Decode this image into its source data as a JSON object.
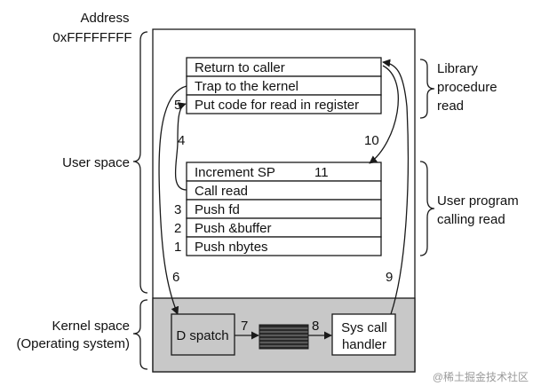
{
  "labels": {
    "address_line1": "Address",
    "address_line2": "0xFFFFFFFF",
    "user_space": "User space",
    "kernel_space_line1": "Kernel space",
    "kernel_space_line2": "(Operating system)",
    "library_line1": "Library",
    "library_line2": "procedure",
    "library_line3": "read",
    "user_program_line1": "User program",
    "user_program_line2": "calling read"
  },
  "library_stack": [
    "Return to caller",
    "Trap to the kernel",
    "Put code for read in register"
  ],
  "program_stack": [
    "Increment SP",
    "Call read",
    "Push fd",
    "Push &buffer",
    "Push nbytes"
  ],
  "kernel": {
    "dispatch": "D spatch",
    "handler_line1": "Sys call",
    "handler_line2": "handler"
  },
  "steps": {
    "s1": "1",
    "s2": "2",
    "s3": "3",
    "s4": "4",
    "s5": "5",
    "s6": "6",
    "s7": "7",
    "s8": "8",
    "s9": "9",
    "s10": "10",
    "s11": "11"
  },
  "watermark": "@稀土掘金技术社区",
  "colors": {
    "kernel_fill": "#c8c8c8",
    "box_fill": "#ffffff",
    "table_fill": "#1e1e1e",
    "stroke": "#1a1a1a"
  }
}
